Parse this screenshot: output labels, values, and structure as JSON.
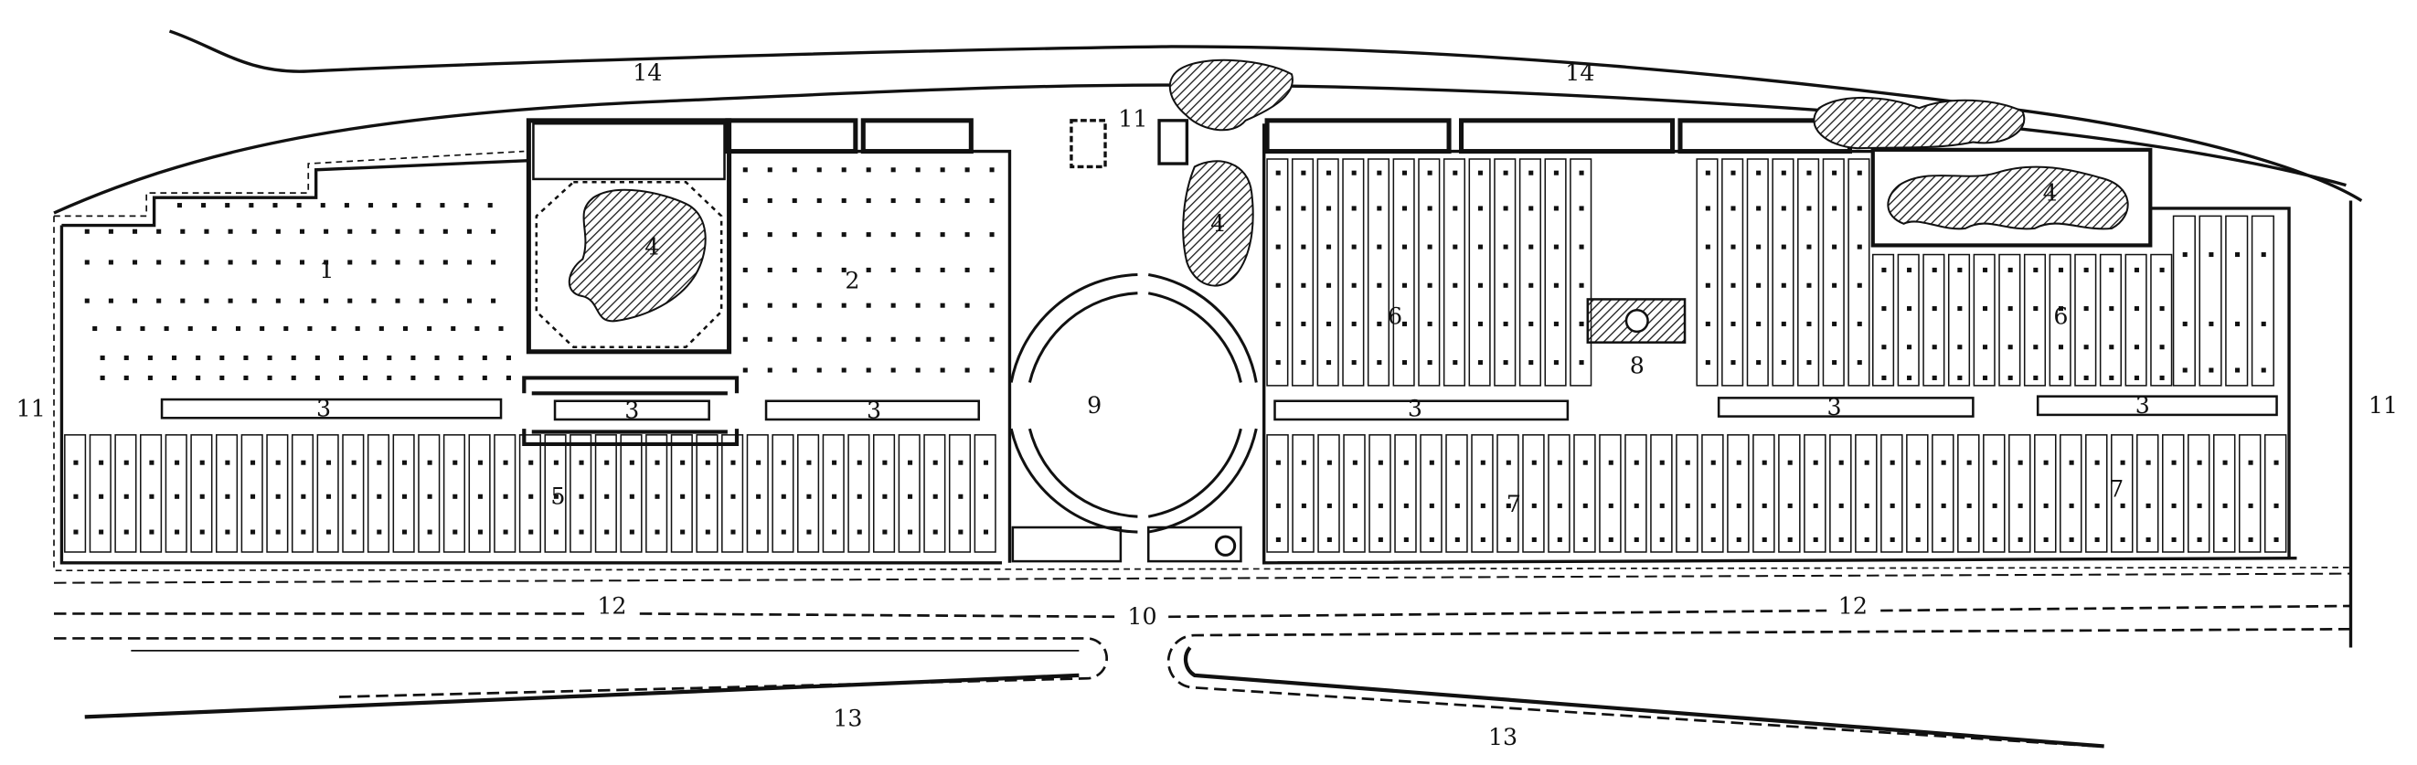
{
  "colors": {
    "ink": "#111111",
    "paper": "#ffffff",
    "hatch": "#222222"
  },
  "labels": {
    "l1": "1",
    "l2": "2",
    "l3": [
      "3",
      "3",
      "3",
      "3",
      "3",
      "3"
    ],
    "l4": [
      "4",
      "4",
      "4"
    ],
    "l5": "5",
    "l6": [
      "6",
      "6"
    ],
    "l7": [
      "7",
      "7"
    ],
    "l8": "8",
    "l9": "9",
    "l10": "10",
    "l11": [
      "11",
      "11",
      "11"
    ],
    "l12": [
      "12",
      "12"
    ],
    "l13": [
      "13",
      "13"
    ],
    "l14": [
      "14",
      "14"
    ]
  }
}
